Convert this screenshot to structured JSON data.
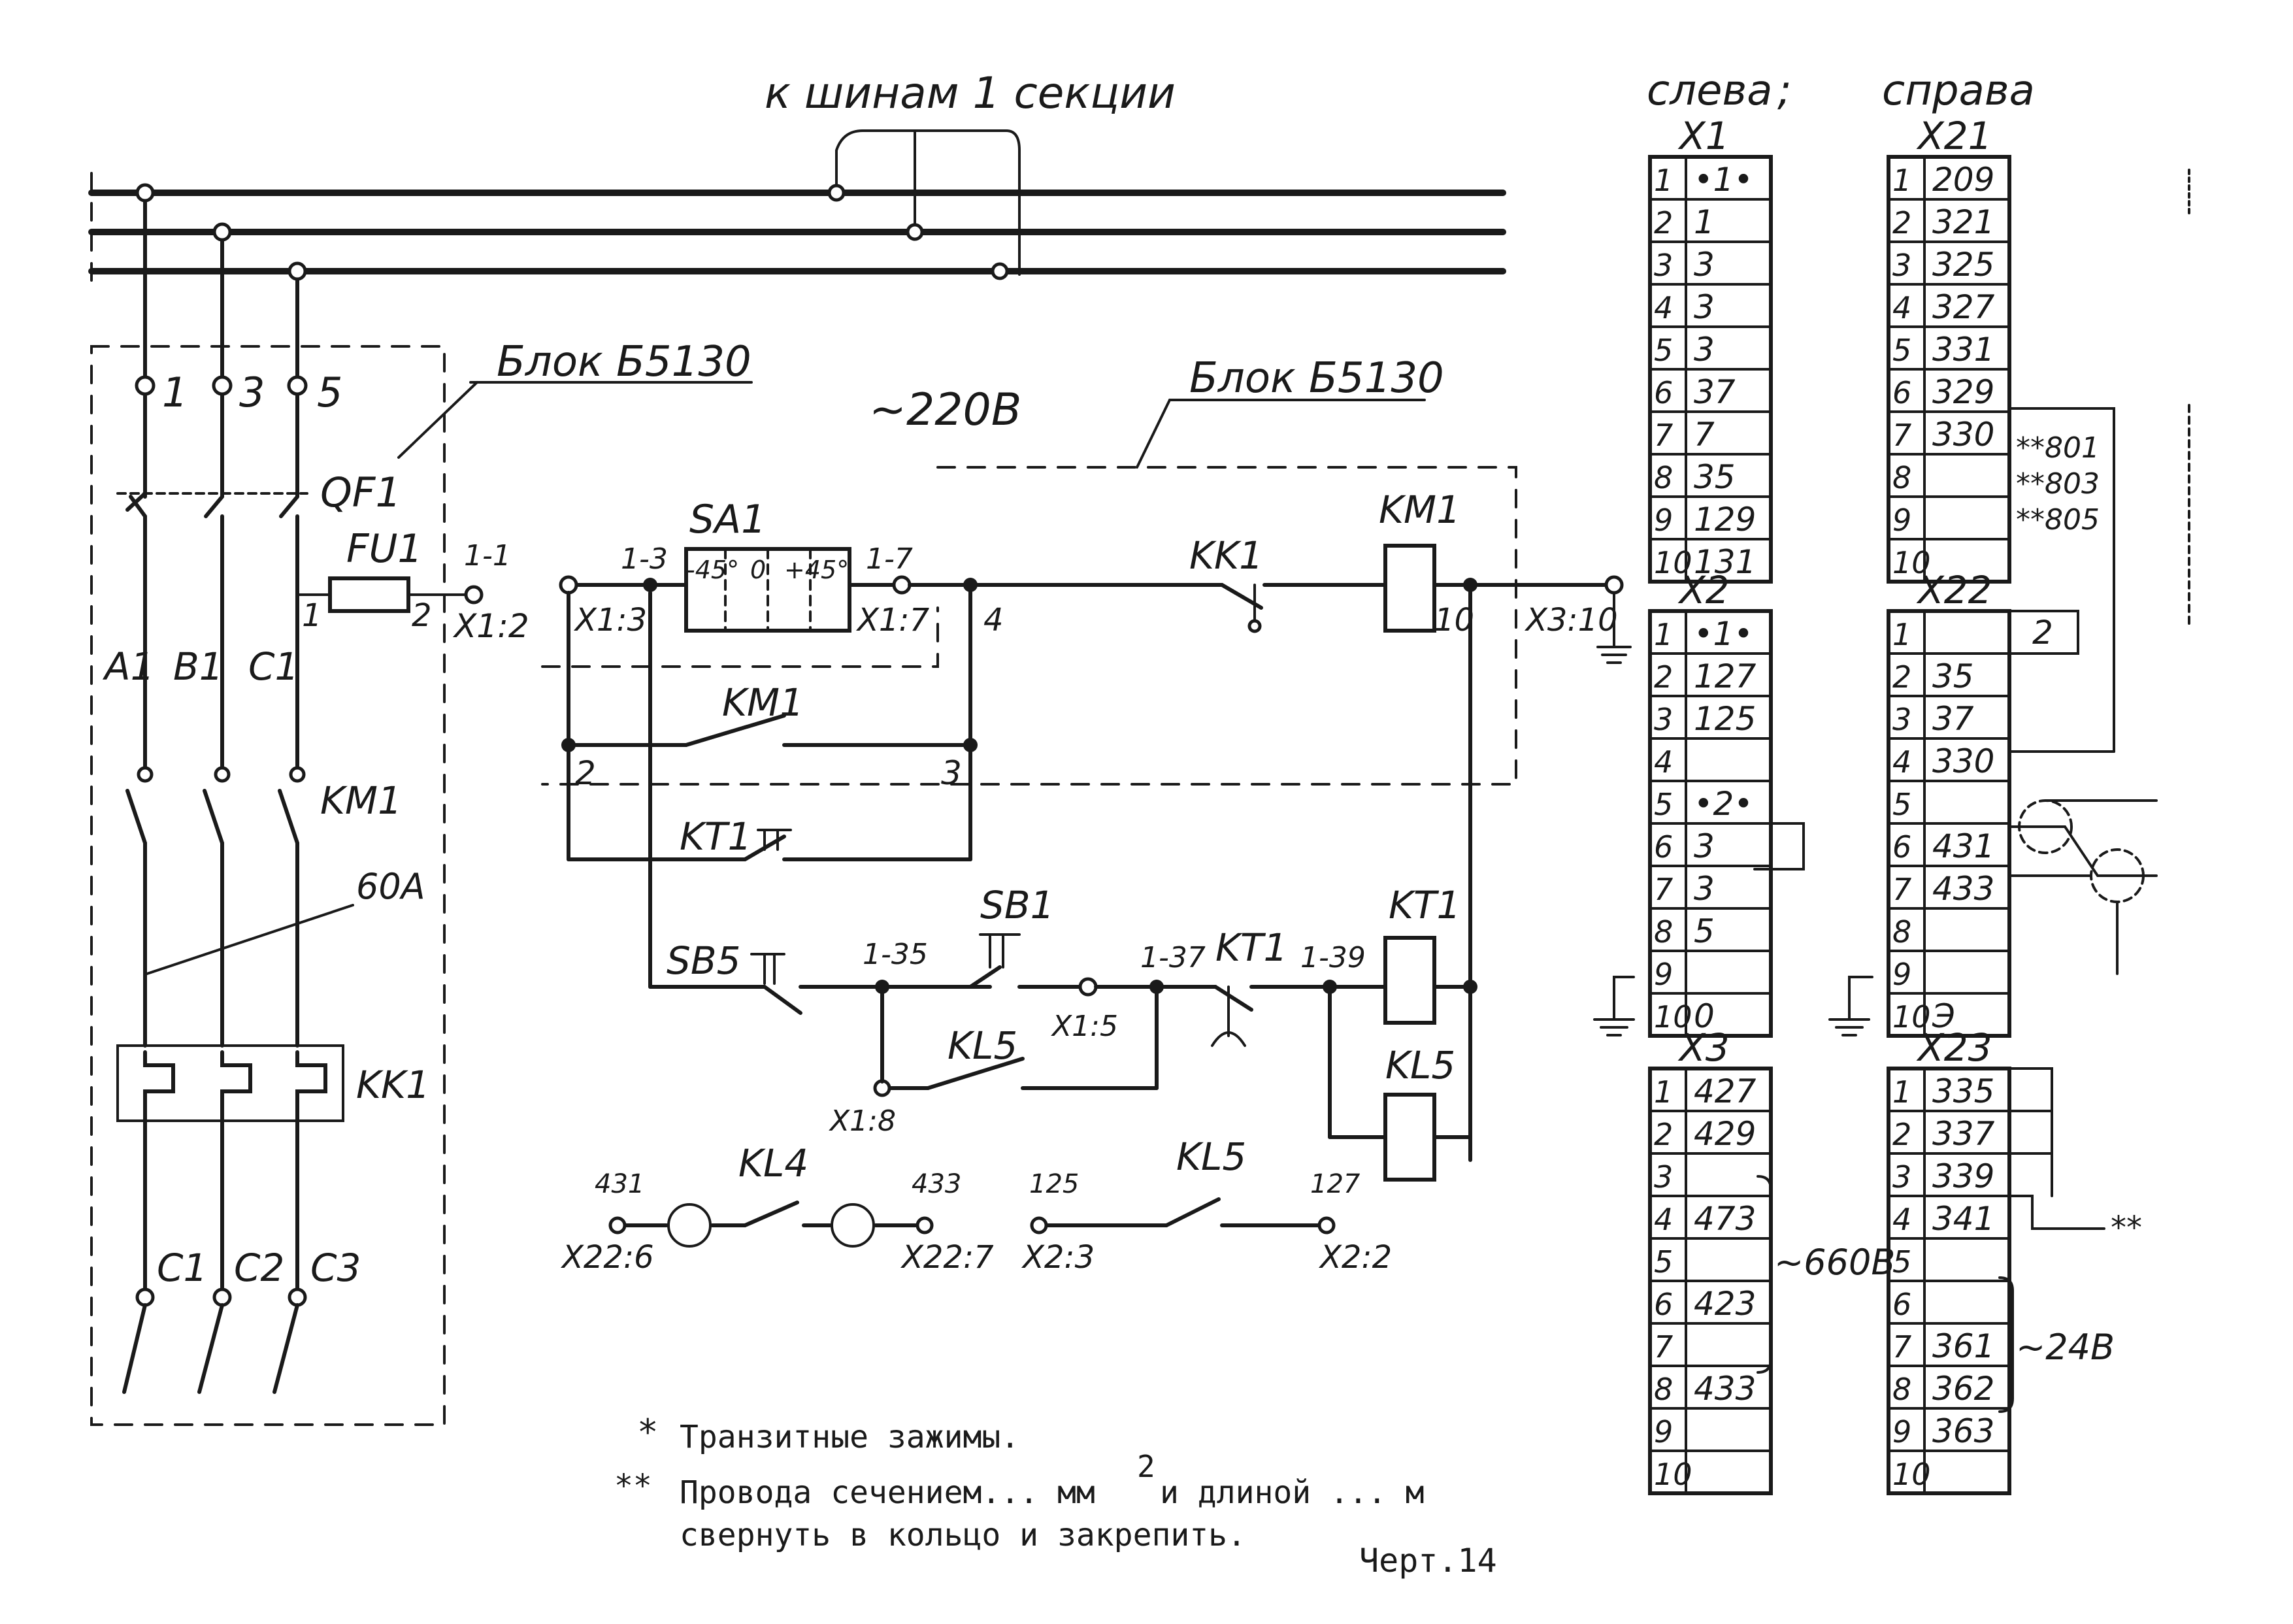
{
  "bus_label": "к шинам 1 секции",
  "voltage_label": "~220В",
  "block_labels": [
    "Блок Б5130",
    "Блок Б5130"
  ],
  "power_circuit": {
    "phase_numbers": [
      "1",
      "3",
      "5"
    ],
    "breaker": "QF1",
    "fuse": "FU1",
    "fuse_pins": [
      "1",
      "2"
    ],
    "fuse_out": [
      "1-1",
      "X1:2"
    ],
    "feeders": [
      "A1",
      "B1",
      "C1"
    ],
    "contactor": "KM1",
    "current": "60A",
    "thermal_relay": "KK1",
    "outputs": [
      "C1",
      "C2",
      "C3"
    ]
  },
  "control_circuit": {
    "switch": "SA1",
    "switch_positions": [
      "-45°",
      "0",
      "+45°"
    ],
    "nodes": [
      "1-3",
      "X1:3",
      "1-7",
      "X1:7",
      "4",
      "2",
      "3",
      "10",
      "X3:10",
      "1-35",
      "1-37",
      "1-39",
      "X1:5",
      "X1:8"
    ],
    "elements": [
      "KK1",
      "KM1",
      "KM1",
      "KT1",
      "SB5",
      "SB1",
      "KL5",
      "KT1",
      "KT1",
      "KL5",
      "KL4",
      "KL5"
    ],
    "bottom_terms": [
      "431",
      "X22:6",
      "433",
      "X22:7",
      "125",
      "X2:3",
      "127",
      "X2:2"
    ]
  },
  "terminal_blocks": {
    "left_header": "слева",
    "right_header": "справа",
    "left_separator": ";",
    "X1": {
      "title": "X1",
      "rows": [
        [
          "1",
          "•1•"
        ],
        [
          "2",
          "1"
        ],
        [
          "3",
          "3"
        ],
        [
          "4",
          "3"
        ],
        [
          "5",
          "3"
        ],
        [
          "6",
          "37"
        ],
        [
          "7",
          "7"
        ],
        [
          "8",
          "35"
        ],
        [
          "9",
          "129"
        ],
        [
          "10",
          "131"
        ]
      ]
    },
    "X2": {
      "title": "X2",
      "rows": [
        [
          "1",
          "•1•"
        ],
        [
          "2",
          "127"
        ],
        [
          "3",
          "125"
        ],
        [
          "4",
          ""
        ],
        [
          "5",
          "•2•"
        ],
        [
          "6",
          "3"
        ],
        [
          "7",
          "3"
        ],
        [
          "8",
          "5"
        ],
        [
          "9",
          ""
        ],
        [
          "10",
          "0"
        ]
      ]
    },
    "X3": {
      "title": "X3",
      "rows": [
        [
          "1",
          "427"
        ],
        [
          "2",
          "429"
        ],
        [
          "3",
          ""
        ],
        [
          "4",
          "473"
        ],
        [
          "5",
          ""
        ],
        [
          "6",
          "423"
        ],
        [
          "7",
          ""
        ],
        [
          "8",
          "433"
        ],
        [
          "9",
          ""
        ],
        [
          "10",
          ""
        ]
      ]
    },
    "X21": {
      "title": "X21",
      "rows": [
        [
          "1",
          "209"
        ],
        [
          "2",
          "321"
        ],
        [
          "3",
          "325"
        ],
        [
          "4",
          "327"
        ],
        [
          "5",
          "331"
        ],
        [
          "6",
          "329"
        ],
        [
          "7",
          "330"
        ],
        [
          "8",
          ""
        ],
        [
          "9",
          ""
        ],
        [
          "10",
          ""
        ]
      ]
    },
    "X22": {
      "title": "X22",
      "rows": [
        [
          "1",
          ""
        ],
        [
          "2",
          "35"
        ],
        [
          "3",
          "37"
        ],
        [
          "4",
          "330"
        ],
        [
          "5",
          ""
        ],
        [
          "6",
          "431"
        ],
        [
          "7",
          "433"
        ],
        [
          "8",
          ""
        ],
        [
          "9",
          ""
        ],
        [
          "10",
          "Э"
        ]
      ]
    },
    "X23": {
      "title": "X23",
      "rows": [
        [
          "1",
          "335"
        ],
        [
          "2",
          "337"
        ],
        [
          "3",
          "339"
        ],
        [
          "4",
          "341"
        ],
        [
          "5",
          ""
        ],
        [
          "6",
          ""
        ],
        [
          "7",
          "361"
        ],
        [
          "8",
          "362"
        ],
        [
          "9",
          "363"
        ],
        [
          "10",
          ""
        ]
      ]
    },
    "x21_notes": [
      "**801",
      "**803",
      "**805"
    ],
    "x22_side": "2",
    "x3_voltage": "~660В",
    "x23_voltage": "~24В",
    "x23_note": "**"
  },
  "notes": {
    "note1_mark": "*",
    "note1": "Транзитные зажимы.",
    "note2_mark": "**",
    "note2_a": "Провода сечением... мм",
    "note2_sup": "2",
    "note2_b": "и длиной ... м",
    "note2_c": "свернуть в кольцо и закрепить."
  },
  "sheet_ref": "Черт.14"
}
